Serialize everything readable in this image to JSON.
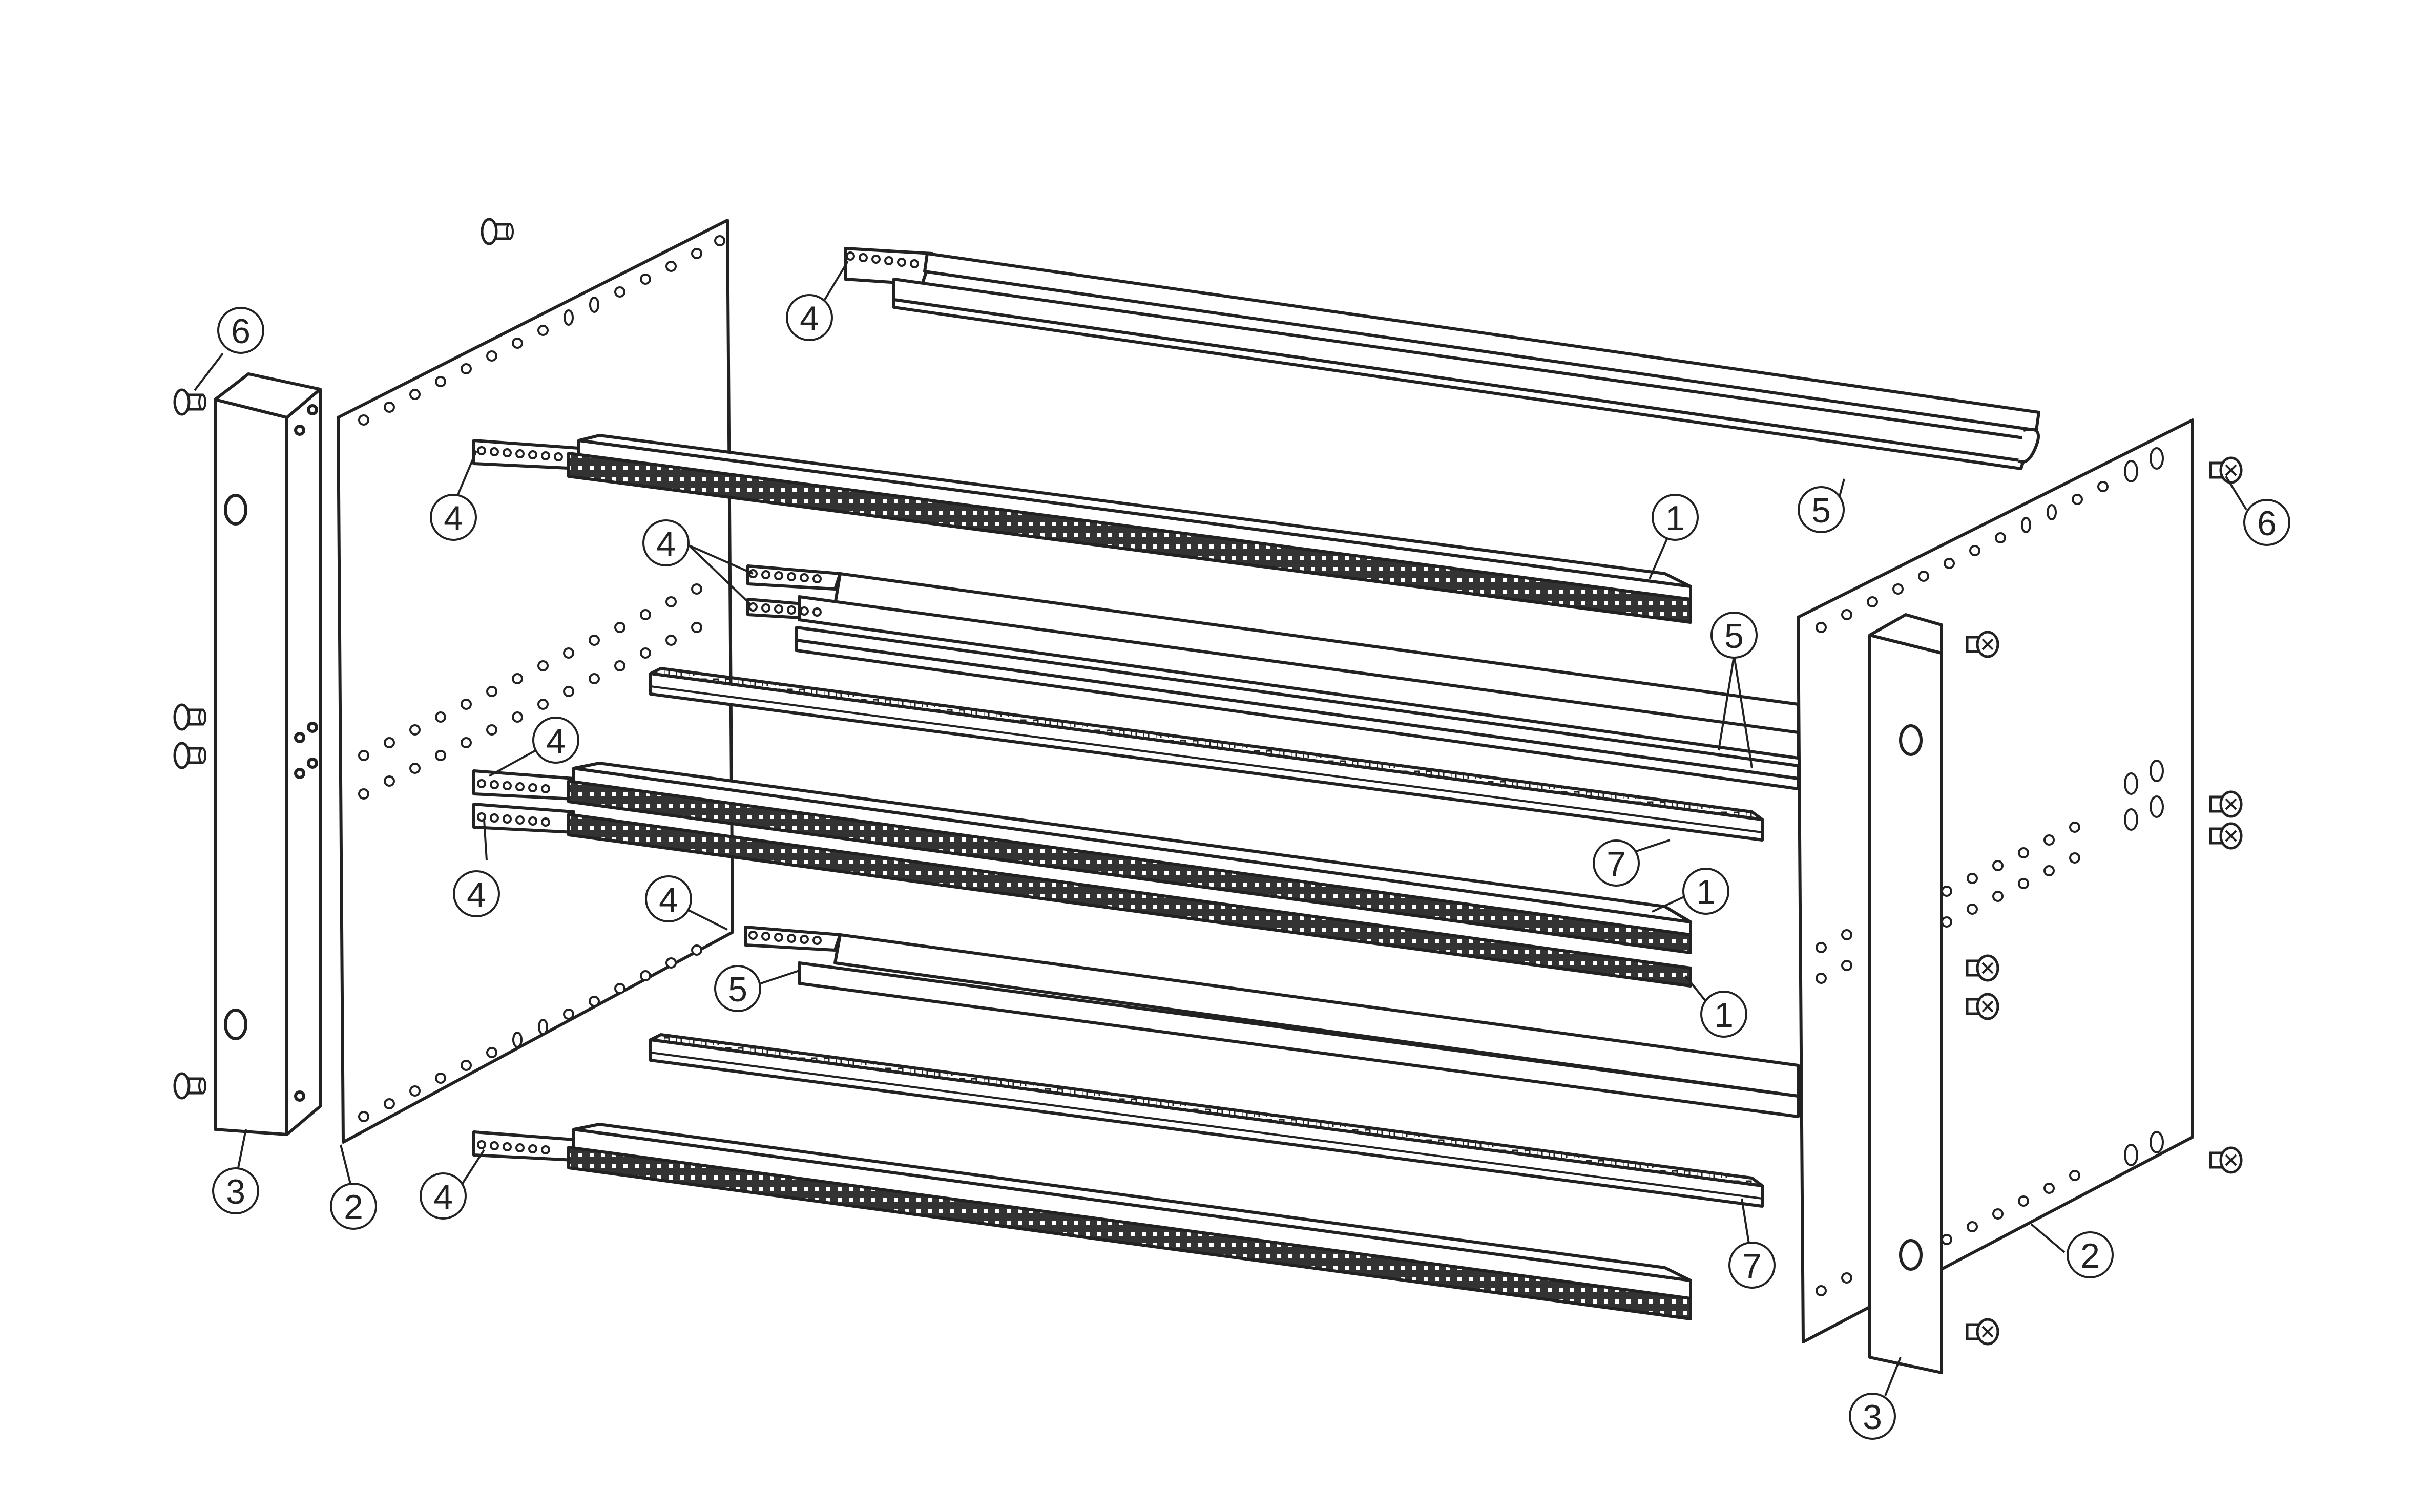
{
  "diagram": {
    "type": "exploded-assembly-drawing",
    "line_color": "#222222",
    "fill_color": "#ffffff",
    "dark_fill": "#333333"
  },
  "callouts": [
    {
      "id": "c6-left",
      "label": "6"
    },
    {
      "id": "c4-top",
      "label": "4"
    },
    {
      "id": "c4-rail1",
      "label": "4"
    },
    {
      "id": "c1-upper",
      "label": "1"
    },
    {
      "id": "c4-pair",
      "label": "4"
    },
    {
      "id": "c5-top",
      "label": "5"
    },
    {
      "id": "c5-mid",
      "label": "5"
    },
    {
      "id": "c6-right",
      "label": "6"
    },
    {
      "id": "c4-mid-upper",
      "label": "4"
    },
    {
      "id": "c4-mid-lower",
      "label": "4"
    },
    {
      "id": "c7-upper",
      "label": "7"
    },
    {
      "id": "c1-mid",
      "label": "1"
    },
    {
      "id": "c4-lower",
      "label": "4"
    },
    {
      "id": "c5-lower",
      "label": "5"
    },
    {
      "id": "c1-lower",
      "label": "1"
    },
    {
      "id": "c3-left",
      "label": "3"
    },
    {
      "id": "c2-left",
      "label": "2"
    },
    {
      "id": "c4-bottom",
      "label": "4"
    },
    {
      "id": "c7-lower",
      "label": "7"
    },
    {
      "id": "c2-right",
      "label": "2"
    },
    {
      "id": "c3-right",
      "label": "3"
    }
  ]
}
